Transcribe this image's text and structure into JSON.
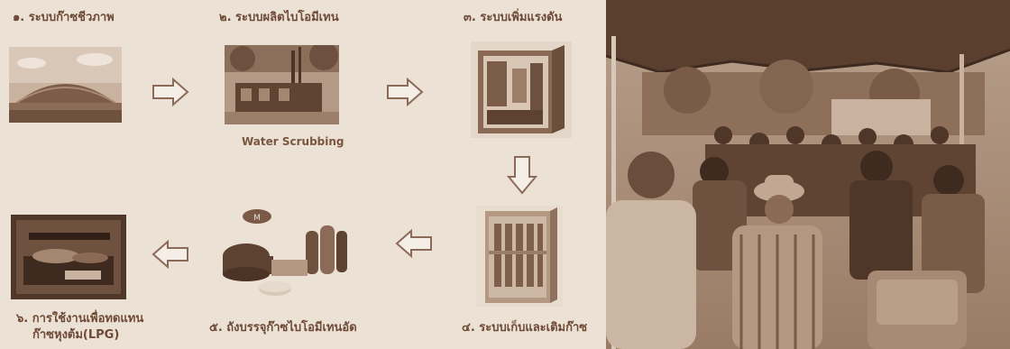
{
  "diagram": {
    "steps": [
      {
        "label": "๑. ระบบก๊าซชีวภาพ",
        "icon": "biogas-dome-photo"
      },
      {
        "label": "๒. ระบบผลิตไบโอมีเทน",
        "sublabel": "Water Scrubbing",
        "icon": "scrubbing-plant-photo"
      },
      {
        "label": "๓. ระบบเพิ่มแรงดัน",
        "icon": "compressor-photo"
      },
      {
        "label": "๔. ระบบเก็บและเติมก๊าซ",
        "icon": "storage-rack-photo"
      },
      {
        "label": "๕. ถังบรรจุก๊าซไบโอมีเทนอัด",
        "icon": "gas-cylinders-photo"
      },
      {
        "label_line1": "๖. การใช้งานเพื่อทดแทน",
        "label_line2": "ก๊าซหุงต้ม(LPG)",
        "icon": "gas-stove-photo"
      }
    ],
    "cylinder_logo": "M"
  },
  "colors": {
    "sepia_dark": "#6e4a36",
    "sepia_mid": "#a58670",
    "sepia_light": "#ebe1d5"
  }
}
